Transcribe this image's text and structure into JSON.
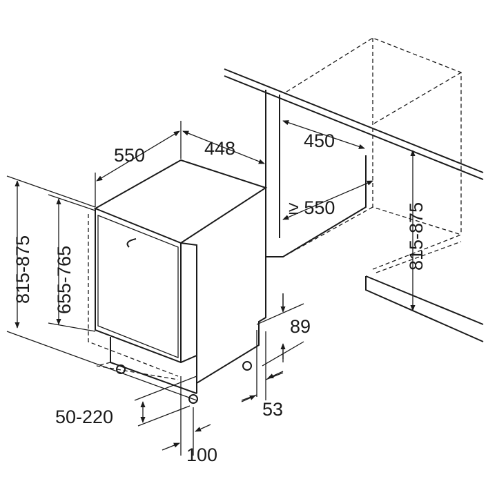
{
  "dimensions": {
    "depth": "550",
    "width": "448",
    "niche_width": "450",
    "niche_depth": "≥ 550",
    "height_left": "815-875",
    "door_height": "655-765",
    "niche_height": "815-875",
    "plinth_height": "89",
    "plinth_depth": "53",
    "feet_adjust": "50-220",
    "door_offset": "100"
  }
}
